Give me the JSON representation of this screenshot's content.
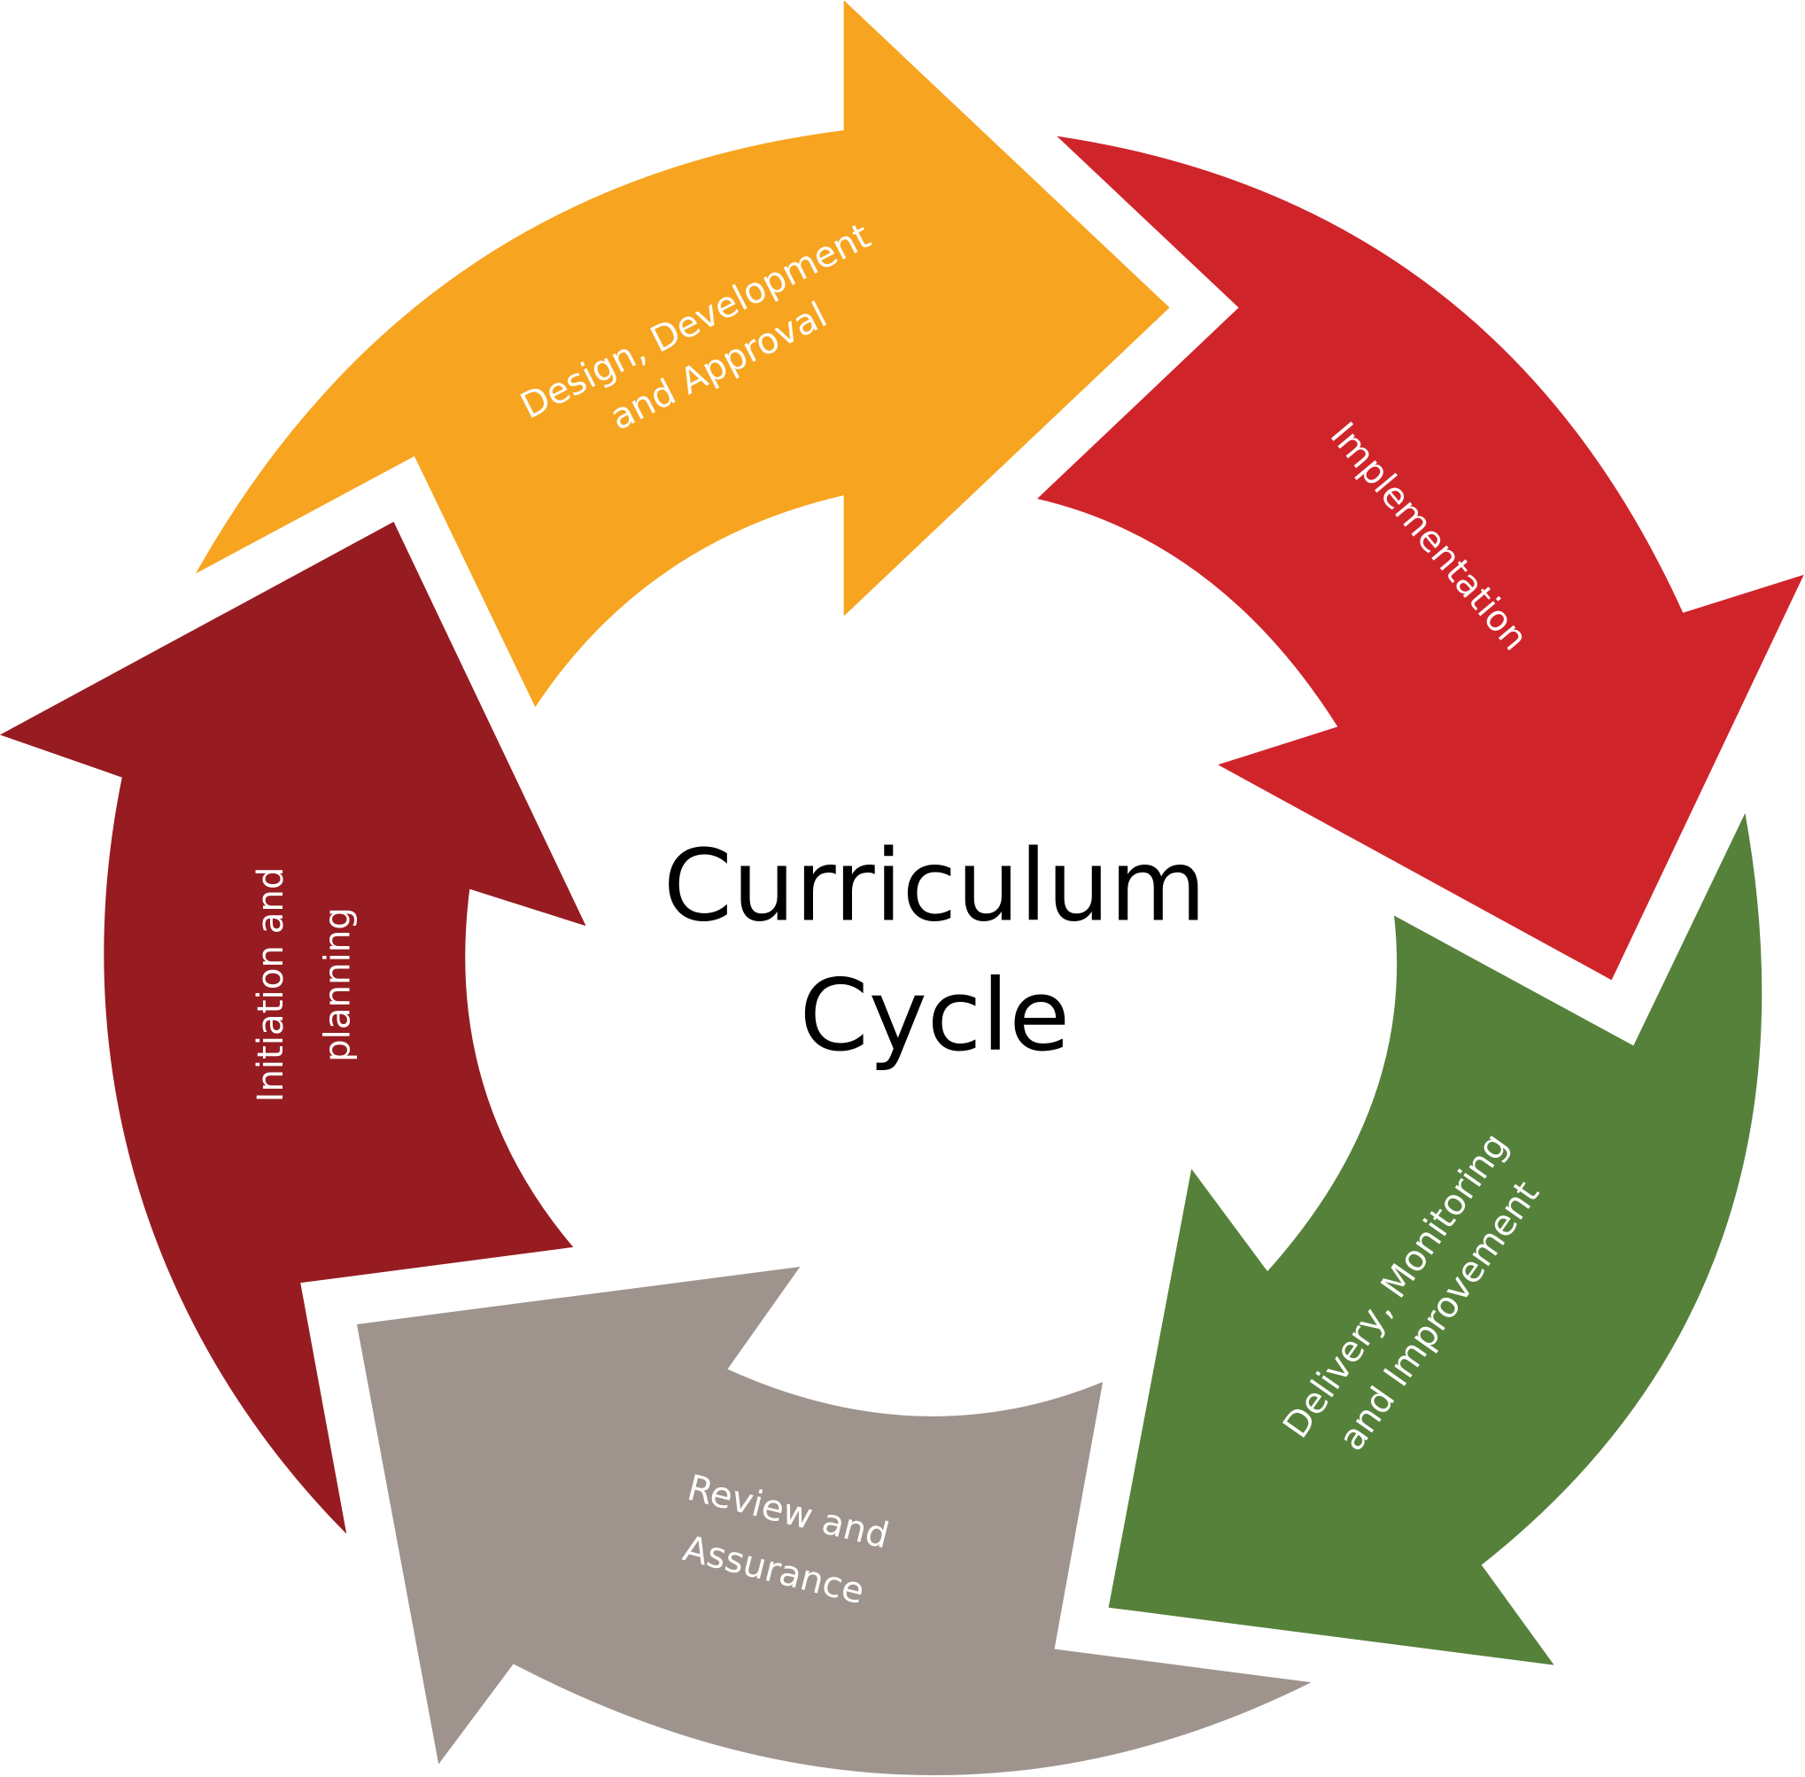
{
  "title": {
    "line1": "Curriculum",
    "line2": "Cycle"
  },
  "stages": [
    {
      "id": "design",
      "line1": "Design, Development",
      "line2": "and Approval",
      "color": "#F7A420"
    },
    {
      "id": "implementation",
      "line1": "Implementation",
      "color": "#D0242B"
    },
    {
      "id": "delivery",
      "line1": "Delivery, Monitoring",
      "line2": "and Improvement",
      "color": "#56813B"
    },
    {
      "id": "review",
      "line1": "Review and",
      "line2": "Assurance",
      "color": "#9E948D"
    },
    {
      "id": "initiation",
      "line1": "Initiation and",
      "line2": "planning",
      "color": "#961C21"
    }
  ]
}
